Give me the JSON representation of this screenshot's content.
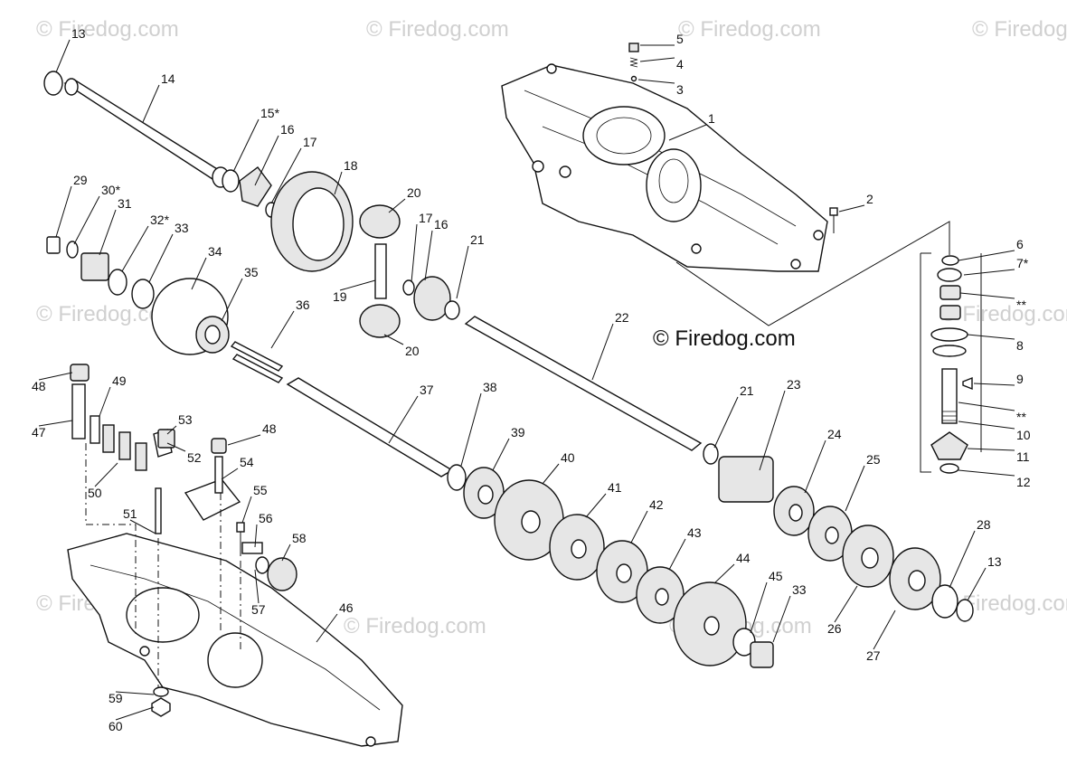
{
  "watermark": "© Firedog.com",
  "copyright": "© Firedog.com",
  "callouts": [
    "1",
    "2",
    "3",
    "4",
    "5",
    "6",
    "7*",
    "8",
    "9",
    "10",
    "**",
    "**",
    "11",
    "12",
    "13",
    "13",
    "14",
    "15*",
    "16",
    "16",
    "17",
    "17",
    "18",
    "19",
    "20",
    "20",
    "21",
    "21",
    "22",
    "23",
    "24",
    "25",
    "26",
    "27",
    "28",
    "29",
    "30*",
    "31",
    "32*",
    "33",
    "33",
    "34",
    "35",
    "36",
    "37",
    "38",
    "39",
    "40",
    "41",
    "42",
    "43",
    "44",
    "45",
    "46",
    "47",
    "48",
    "48",
    "49",
    "50",
    "51",
    "52",
    "53",
    "54",
    "55",
    "56",
    "57",
    "58",
    "59",
    "60"
  ]
}
